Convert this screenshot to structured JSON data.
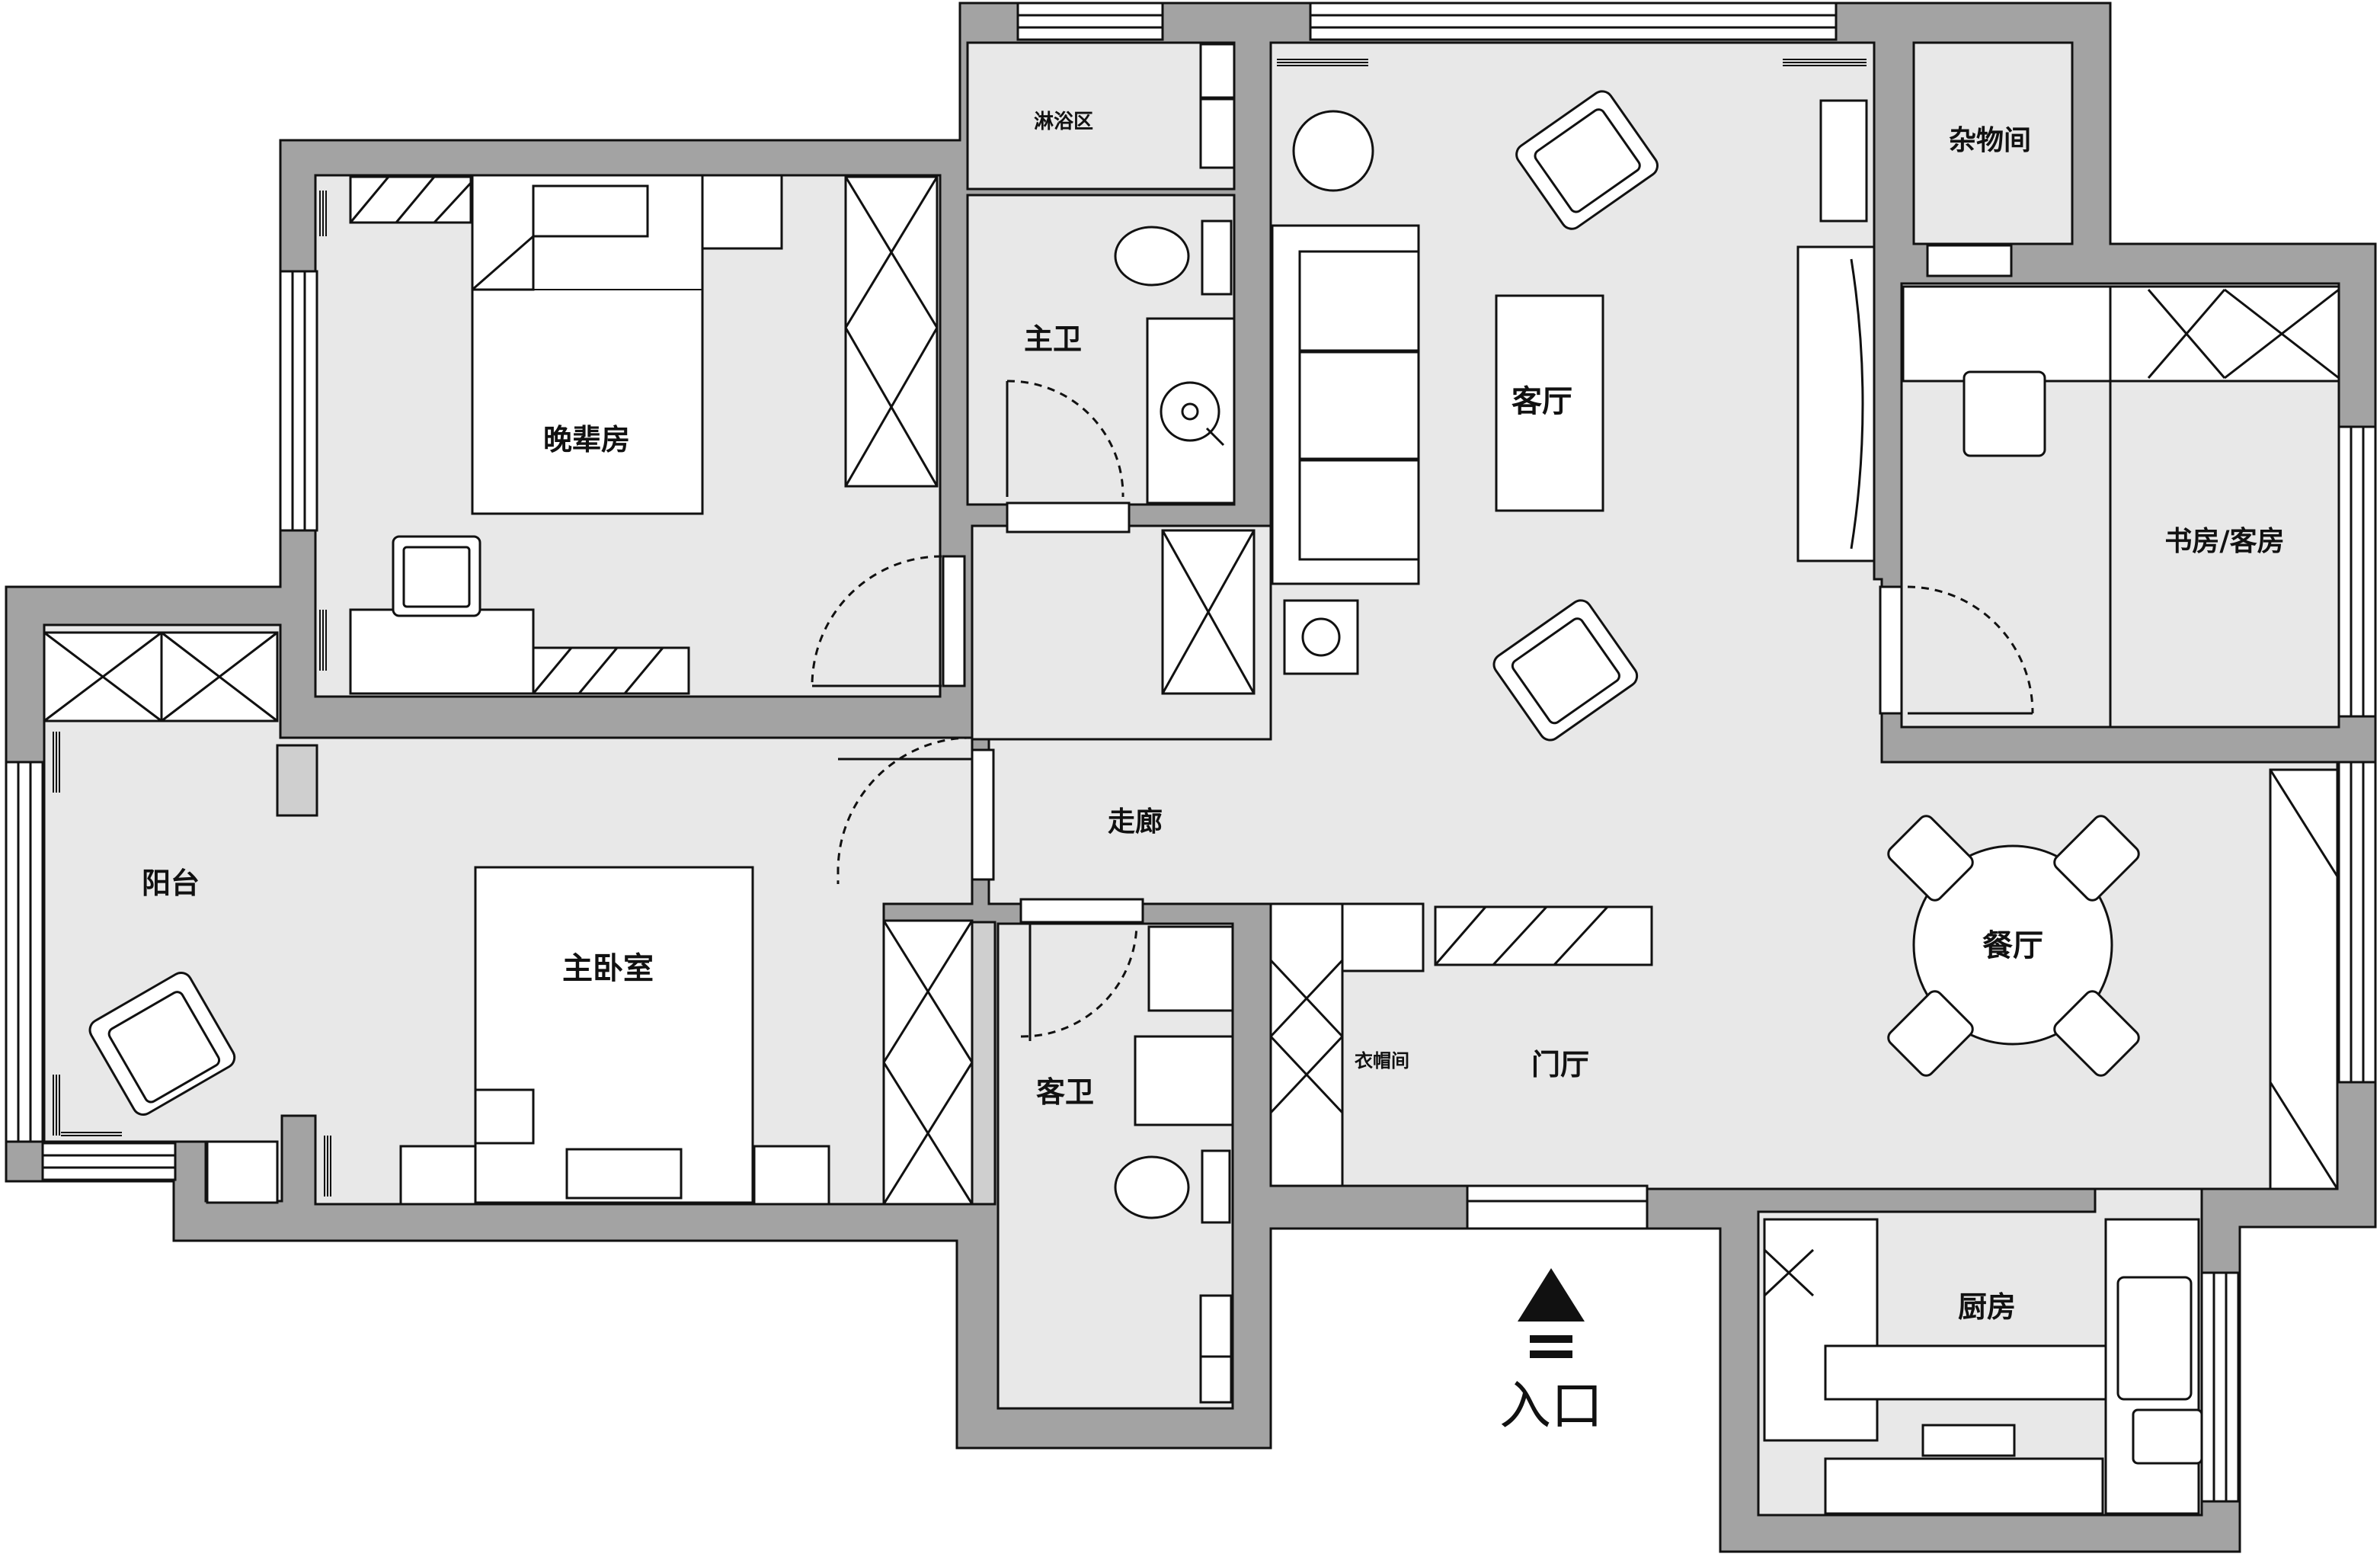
{
  "rooms": {
    "shower": "淋浴区",
    "storage": "杂物间",
    "master_bath": "主卫",
    "living_room": "客厅",
    "junior_room": "晚辈房",
    "study": "书房/客房",
    "balcony": "阳台",
    "corridor": "走廊",
    "master_bedroom": "主卧室",
    "guest_bath": "客卫",
    "dining": "餐厅",
    "cloakroom": "衣帽间",
    "foyer": "门厅",
    "kitchen": "厨房"
  },
  "entrance": {
    "label": "入口",
    "arrow_icon": "entrance-arrow-icon"
  },
  "colors": {
    "wall": "#a3a3a3",
    "floor": "#e8e8e8",
    "line": "#111111"
  }
}
